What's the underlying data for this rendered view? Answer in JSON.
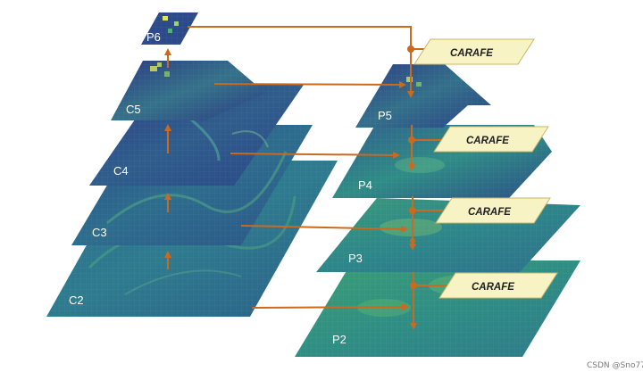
{
  "diagram": {
    "bottom_up_layers": [
      "C2",
      "C3",
      "C4",
      "C5",
      "P6"
    ],
    "top_down_layers": [
      "P5",
      "P4",
      "P3",
      "P2"
    ],
    "upsampler_label": "CARAFE",
    "watermark": "CSDN @Sno77",
    "colors": {
      "arrow": "#c96a1e",
      "carafe_fill": "#f7f3c4",
      "carafe_stroke": "#c9b766",
      "map_dark": "#2c3f86",
      "map_mid": "#2f6f8e",
      "map_teal": "#2a8e8a",
      "map_green": "#3aa36e",
      "map_yellow": "#dfe15a"
    }
  }
}
